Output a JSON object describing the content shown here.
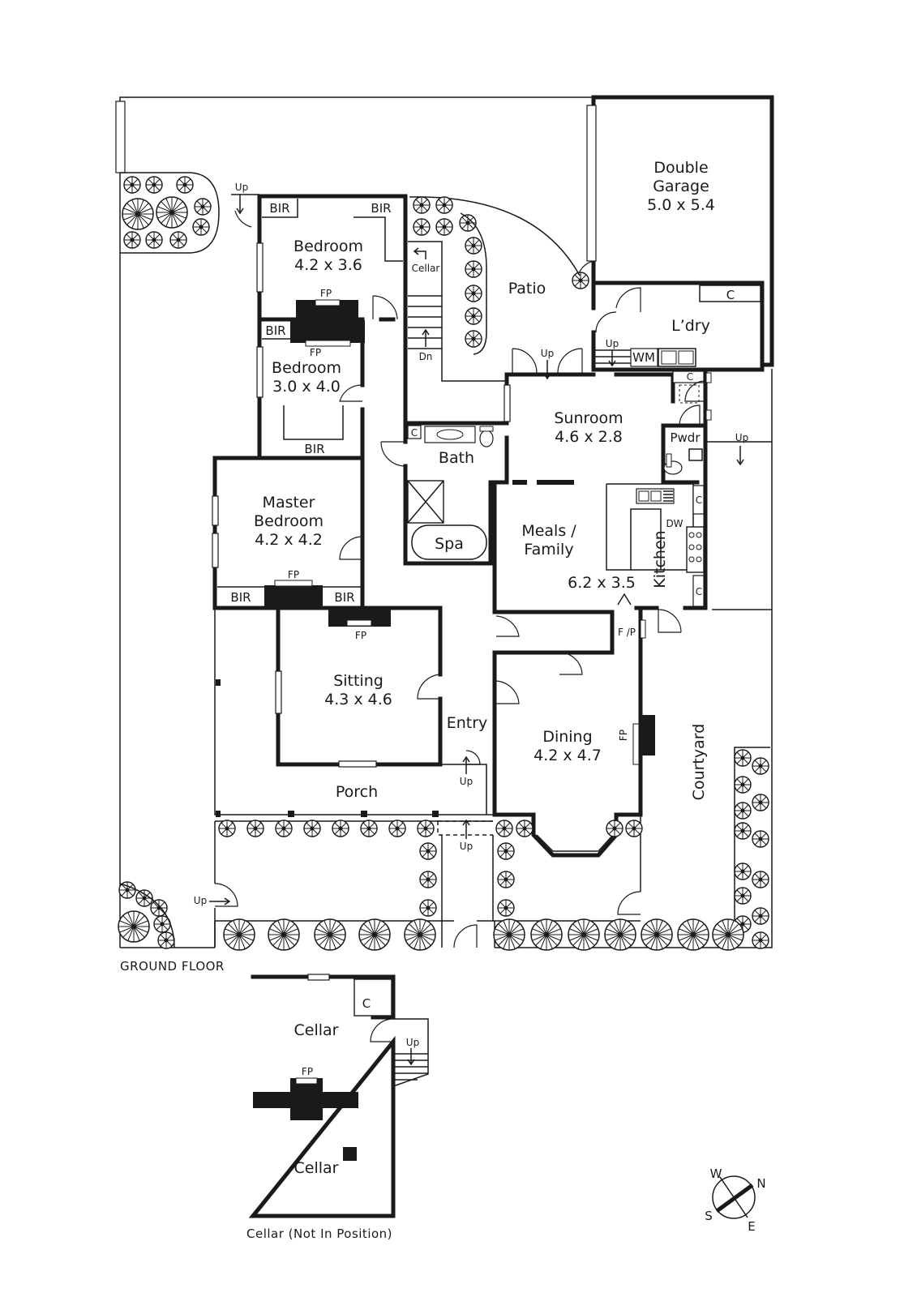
{
  "rooms": {
    "garage": {
      "name_1": "Double",
      "name_2": "Garage",
      "dims": "5.0 x 5.4"
    },
    "bedroom1": {
      "name": "Bedroom",
      "dims": "4.2 x 3.6"
    },
    "bedroom2": {
      "name": "Bedroom",
      "dims": "3.0 x 4.0"
    },
    "master": {
      "name_1": "Master",
      "name_2": "Bedroom",
      "dims": "4.2 x 4.2"
    },
    "sitting": {
      "name": "Sitting",
      "dims": "4.3 x 4.6"
    },
    "sunroom": {
      "name": "Sunroom",
      "dims": "4.6 x 2.8"
    },
    "meals": {
      "name_1": "Meals /",
      "name_2": "Family",
      "dims": "6.2 x 3.5"
    },
    "dining": {
      "name": "Dining",
      "dims": "4.2 x 4.7"
    },
    "kitchen": {
      "name": "Kitchen"
    },
    "patio": {
      "name": "Patio"
    },
    "laundry": {
      "name": "L’dry"
    },
    "bath": {
      "name": "Bath"
    },
    "spa": {
      "name": "Spa"
    },
    "powder": {
      "name": "Pwdr"
    },
    "entry": {
      "name": "Entry"
    },
    "porch": {
      "name": "Porch"
    },
    "courtyard": {
      "name": "Courtyard"
    },
    "cellar_top": {
      "name": "Cellar"
    },
    "cellar_bottom": {
      "name": "Cellar"
    }
  },
  "labels": {
    "bir": "BIR",
    "fp": "FP",
    "fp_slash": "F /P",
    "up": "Up",
    "dn": "Dn",
    "cellar_arrow": "Cellar",
    "cupboard": "C",
    "wm": "WM",
    "dw": "DW"
  },
  "captions": {
    "ground_floor": "GROUND FLOOR",
    "cellar_floor": "Cellar (Not In Position)"
  },
  "compass": {
    "w": "W",
    "n": "N",
    "s": "S",
    "e": "E"
  }
}
